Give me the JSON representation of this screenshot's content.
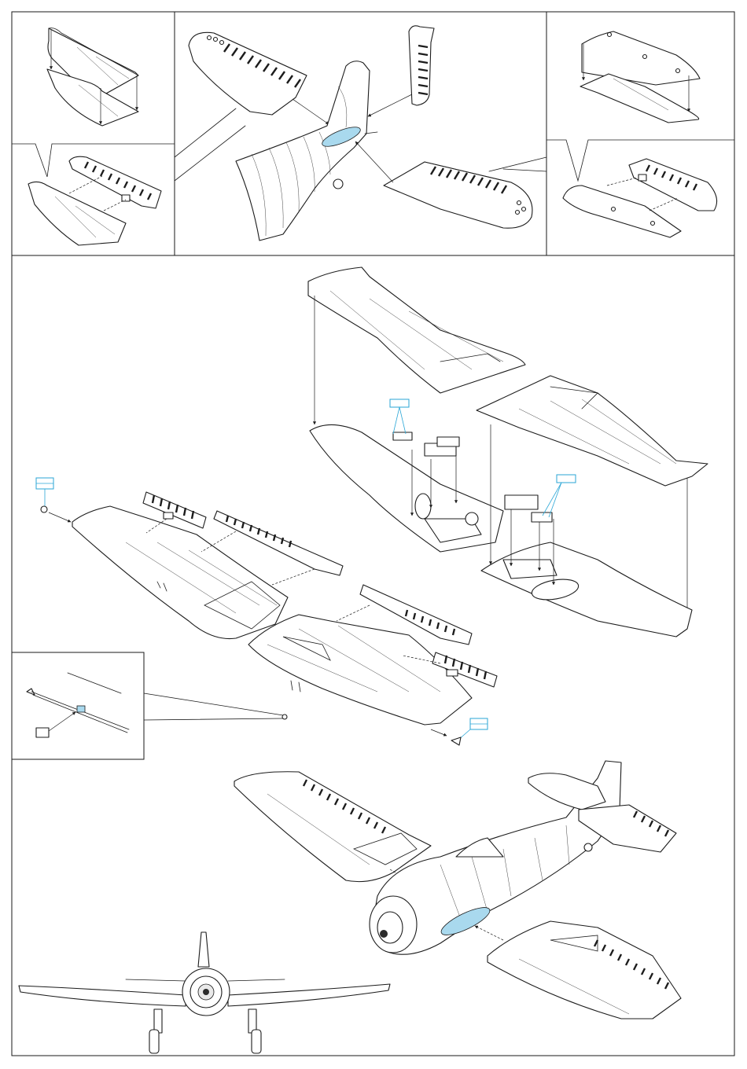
{
  "sheet": {
    "description_free": true,
    "panels": [
      {
        "id": "panel-top-left"
      },
      {
        "id": "panel-top-center"
      },
      {
        "id": "panel-top-right"
      },
      {
        "id": "panel-main"
      }
    ],
    "callouts": [
      {
        "id": "callout-box-1",
        "text": ""
      },
      {
        "id": "callout-box-2",
        "text": ""
      },
      {
        "id": "callout-box-3",
        "text": ""
      },
      {
        "id": "callout-box-4",
        "text": ""
      }
    ]
  },
  "colors": {
    "ink": "#1c1c1c",
    "highlight_fill": "#a9d9ee",
    "callout_stroke": "#2aa6d6",
    "background": "#ffffff"
  }
}
